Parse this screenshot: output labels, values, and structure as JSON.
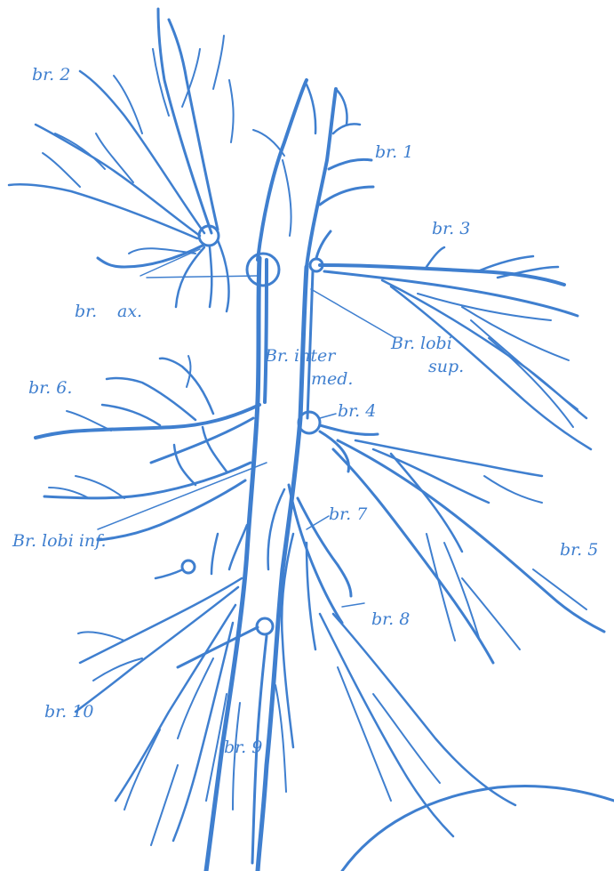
{
  "colors": {
    "ink": "#3f7fcf",
    "paper": "#ffffff"
  },
  "labels": {
    "br1": "br. 1",
    "br2": "br. 2",
    "br3": "br. 3",
    "br4": "br. 4",
    "br5": "br. 5",
    "br6": "br. 6.",
    "br7": "br. 7",
    "br8": "br. 8",
    "br9": "br. 9",
    "br10": "br. 10",
    "br_ax_1": "br.",
    "br_ax_2": "ax.",
    "br_inter_1": "Br. inter",
    "br_inter_2": "med.",
    "br_lobi_sup_1": "Br. lobi",
    "br_lobi_sup_2": "sup.",
    "br_lobi_inf": "Br. lobi inf."
  }
}
